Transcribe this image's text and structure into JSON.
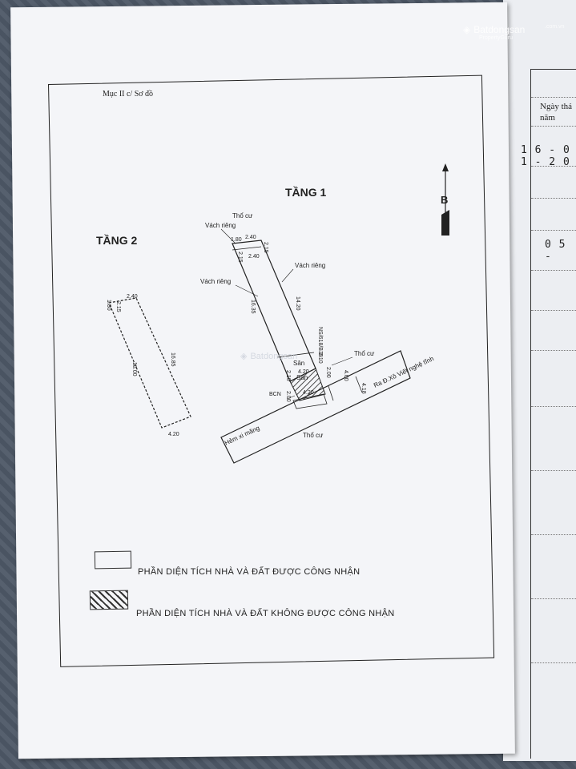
{
  "document": {
    "section_label": "Mục II c/ Sơ đồ",
    "floor_1_label": "TẦNG 1",
    "floor_2_label": "TẦNG 2",
    "north_label": "B"
  },
  "floor1": {
    "neighbor_top": "Thổ cư",
    "wall_left_top": "Vách riêng",
    "wall_right": "Vách riêng",
    "wall_left": "Vách riêng",
    "neighbor_right": "Thổ cư",
    "dims": {
      "top_a": "1.80",
      "top_b": "2.40",
      "top_c": "2.15",
      "top_d": "2.15",
      "top_e": "2.40",
      "long_right": "14.20",
      "long_left": "16.35",
      "bottom_a": "2.10",
      "bottom_b": "4.20",
      "bottom_c": "2.00",
      "bottom_d": "2.10",
      "bottom_e": "2.00",
      "front_a": "4.00",
      "front_b": "4.18",
      "small_a": "4.20"
    },
    "san_a": "Sân",
    "san_b": "Sân",
    "ns_code": "NS/618/B39",
    "bcn": "BCN",
    "road_alley": "Hẻm xi măng",
    "road_main": "Ra Đ.Xô Viết nghệ tĩnh",
    "neighbor_bottom": "Thổ cư"
  },
  "floor2": {
    "dims": {
      "top_a": "1.80",
      "top_b": "2.40",
      "top_c": "2.15",
      "long_right": "16.85",
      "long_left": "18.00",
      "bottom": "4.20"
    }
  },
  "legend": {
    "recognized": "PHẦN DIỆN TÍCH NHÀ VÀ ĐẤT ĐƯỢC CÔNG NHẬN",
    "not_recognized": "PHẦN DIỆN TÍCH NHÀ VÀ ĐẤT KHÔNG ĐƯỢC CÔNG NHẬN"
  },
  "right_page": {
    "header": "Ngày thá năm",
    "date_1": "1 6 - 0 1 - 2 0",
    "date_2": "0 5 -"
  },
  "watermark": {
    "brand": "Batdongsan",
    "sub": "PropertyGuru",
    "domain": ".com.vn"
  }
}
